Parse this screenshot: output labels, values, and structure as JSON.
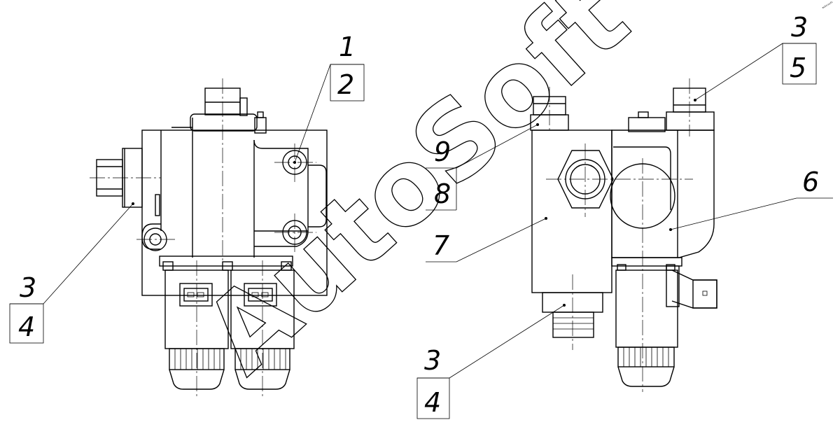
{
  "callouts": {
    "left_upper_top": "1",
    "left_upper_box": "2",
    "left_lower_top": "3",
    "left_lower_box": "4",
    "right_top_top": "3",
    "right_top_box": "5",
    "right_mid_top": "9",
    "right_mid_bottom": "8",
    "right_mid_seven": "7",
    "right_six": "6",
    "right_bottom_top": "3",
    "right_bottom_box": "4"
  },
  "watermark": "AutoSoft",
  "corner_mark": "ᵃᵘᵗᵒˢᵒᶠᵗ"
}
